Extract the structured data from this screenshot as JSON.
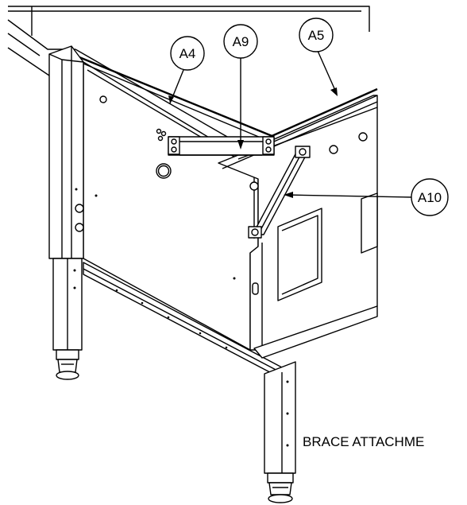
{
  "callouts": [
    {
      "id": "A4",
      "label": "A4"
    },
    {
      "id": "A9",
      "label": "A9"
    },
    {
      "id": "A5",
      "label": "A5"
    },
    {
      "id": "A10",
      "label": "A10"
    }
  ],
  "caption": "BRACE ATTACHME"
}
